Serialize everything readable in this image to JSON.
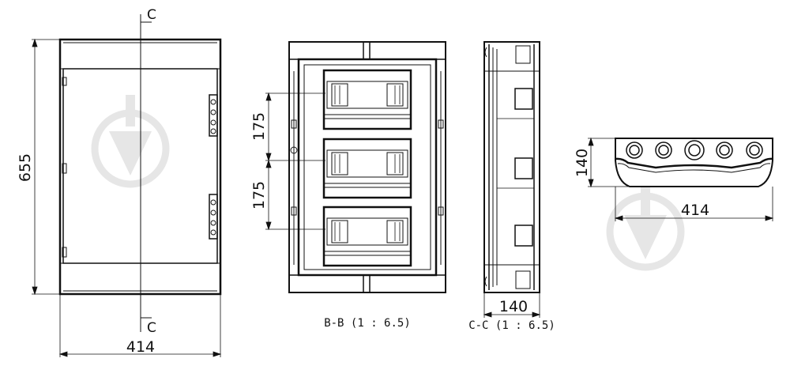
{
  "front_view": {
    "section_marker_top": "C",
    "section_marker_bottom": "C",
    "height_dim": "655",
    "width_dim": "414"
  },
  "section_bb": {
    "module_pitch_upper": "175",
    "module_pitch_lower": "175",
    "caption": "B-B (1 : 6.5)"
  },
  "section_cc": {
    "depth_dim": "140",
    "caption": "C-C (1 : 6.5)"
  },
  "top_view": {
    "depth_dim": "140",
    "width_dim": "414"
  },
  "watermarks": [
    "hanger-logo-icon",
    "hanger-logo-icon"
  ]
}
